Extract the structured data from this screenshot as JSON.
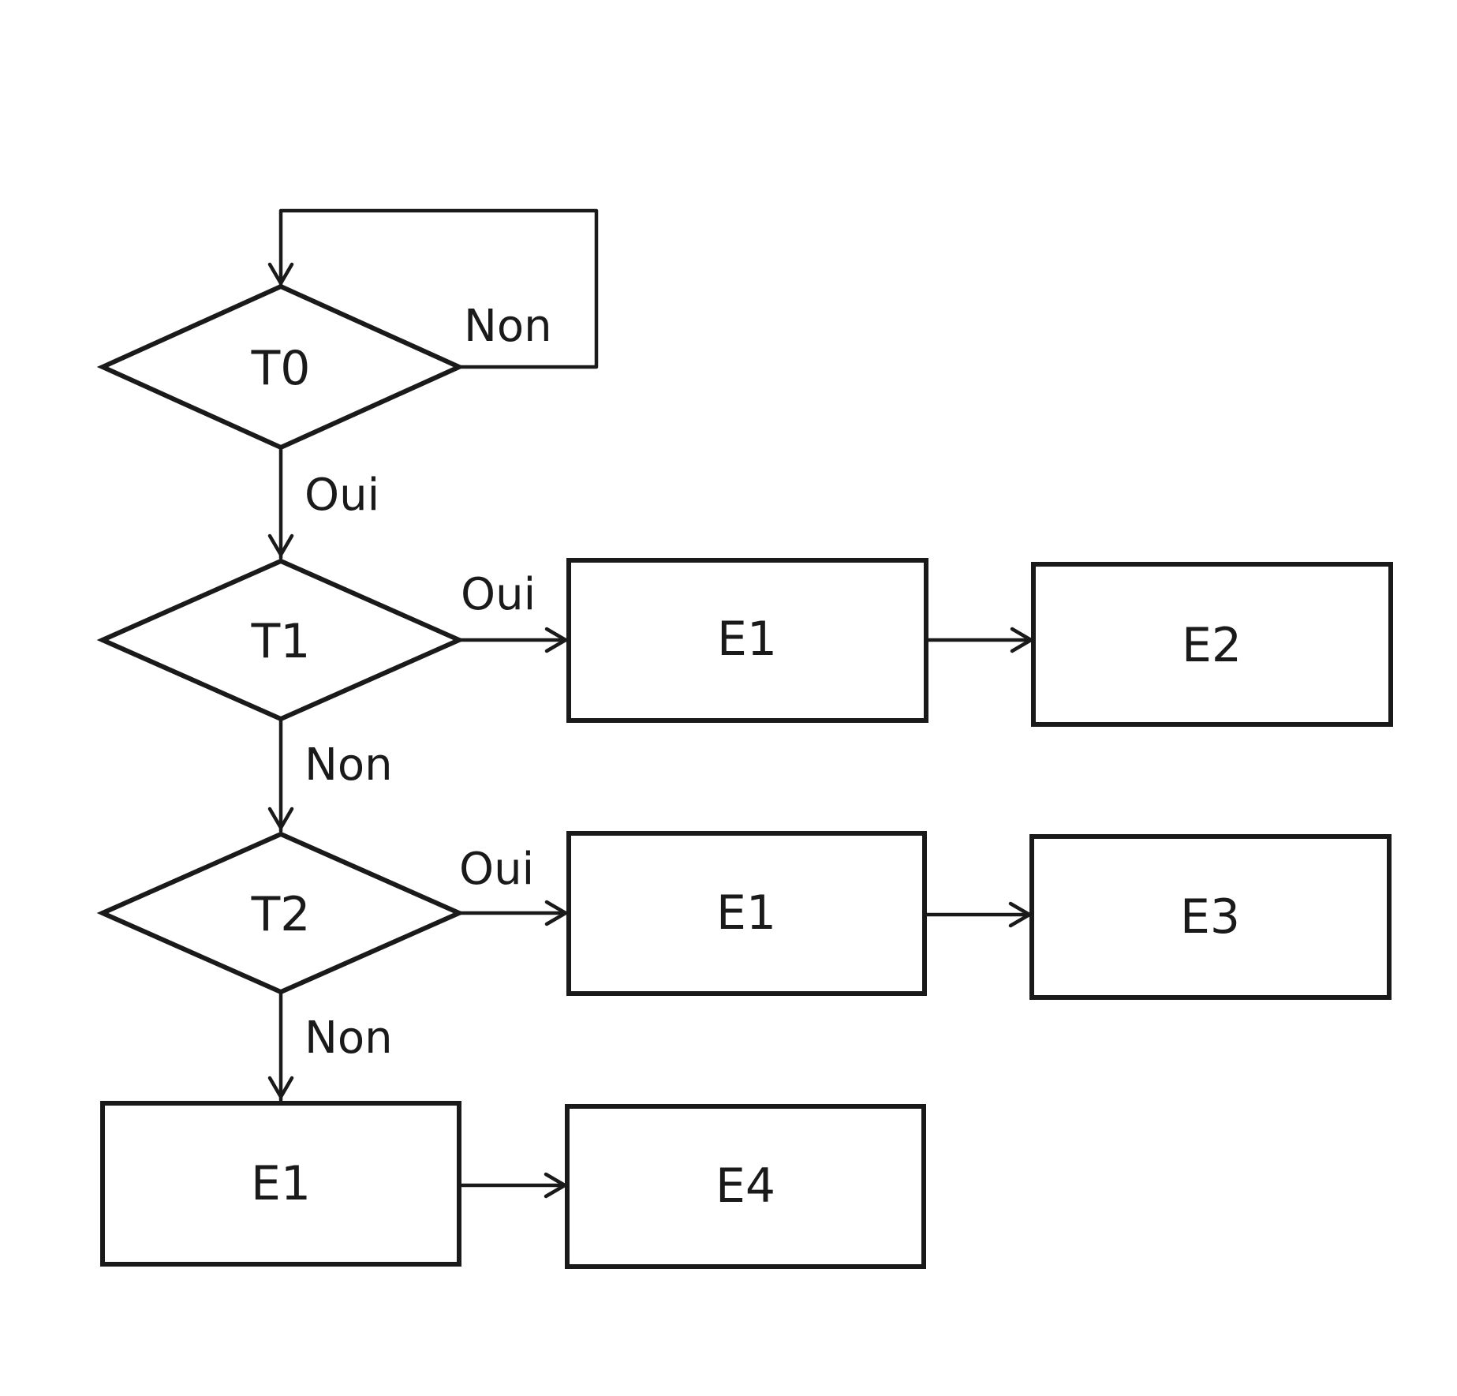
{
  "diagram": {
    "decisions": {
      "t0": "T0",
      "t1": "T1",
      "t2": "T2"
    },
    "steps": {
      "t1_yes_first": "E1",
      "t1_yes_second": "E2",
      "t2_yes_first": "E1",
      "t2_yes_second": "E3",
      "t2_no_first": "E1",
      "t2_no_second": "E4"
    },
    "branch_labels": {
      "t0_no": "Non",
      "t0_yes": "Oui",
      "t1_yes": "Oui",
      "t1_no": "Non",
      "t2_yes": "Oui",
      "t2_no": "Non"
    }
  }
}
